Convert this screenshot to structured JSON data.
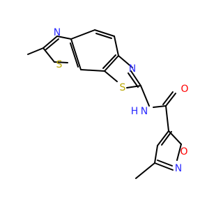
{
  "diagram": {
    "atom_labels": [
      {
        "key": "N_thiazole_left",
        "text": "N",
        "color": "#2b2bff"
      },
      {
        "key": "S_thiazole_left",
        "text": "S",
        "color": "#b9a500"
      },
      {
        "key": "S_thiazole_center",
        "text": "S",
        "color": "#b9a500"
      },
      {
        "key": "N_thiazole_right",
        "text": "N",
        "color": "#2b2bff"
      },
      {
        "key": "N_amide",
        "text": "N",
        "color": "#2b2bff"
      },
      {
        "key": "H_amide",
        "text": "H",
        "color": "#2b2bff"
      },
      {
        "key": "O_carbonyl",
        "text": "O",
        "color": "#ff0000"
      },
      {
        "key": "O_isoxazole",
        "text": "O",
        "color": "#ff0000"
      },
      {
        "key": "N_isoxazole",
        "text": "N",
        "color": "#2b2bff"
      }
    ]
  }
}
